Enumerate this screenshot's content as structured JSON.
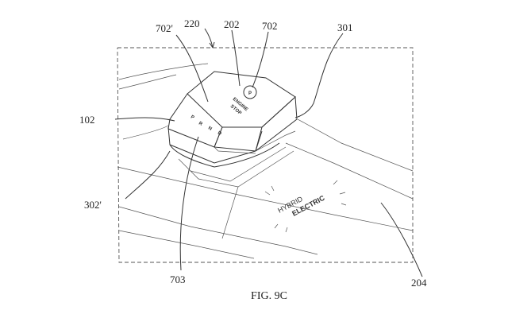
{
  "figure": {
    "caption": "FIG. 9C",
    "reference_numerals": {
      "r702p": "702'",
      "r220": "220",
      "r202": "202",
      "r702": "702",
      "r301": "301",
      "r102": "102",
      "r302p": "302'",
      "r703": "703",
      "r204": "204"
    },
    "knob": {
      "button_text_line1": "ENGINE",
      "button_text_line2": "STOP",
      "park_symbol": "P",
      "gear_p": "P",
      "gear_r": "R",
      "gear_n": "N",
      "gear_d": "D"
    },
    "display": {
      "line1": "HYBRID",
      "line2": "ELECTRIC"
    }
  }
}
